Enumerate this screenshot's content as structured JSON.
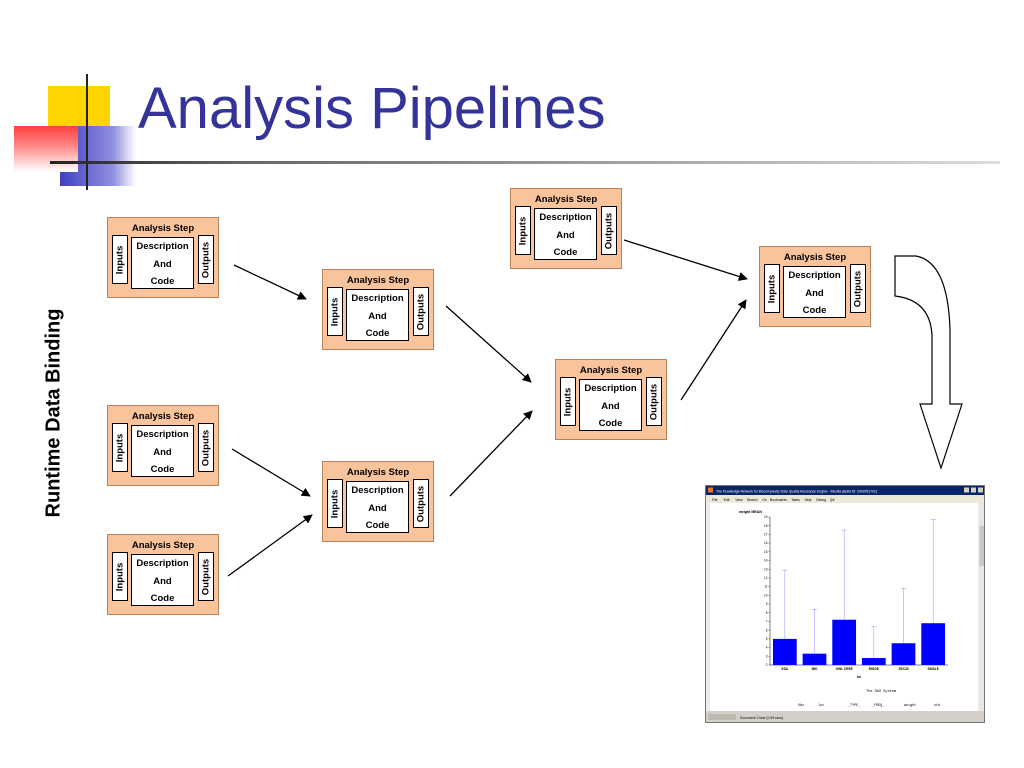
{
  "slide": {
    "title": "Analysis Pipelines",
    "side_label": "Runtime Data Binding"
  },
  "step_template": {
    "title": "Analysis Step",
    "inputs": "Inputs",
    "outputs": "Outputs",
    "desc1": "Description",
    "desc2": "And",
    "desc3": "Code"
  },
  "colors": {
    "title": "#333399",
    "step_fill": "#f9c39b",
    "bar": "#0000ff"
  },
  "embedded_window": {
    "titlebar": "The Knowledge Network for Biocomplexity Data Quality Assurance Engine - Mozilla (Build ID: 2002051702)",
    "menu": [
      "File",
      "Edit",
      "View",
      "Search",
      "Go",
      "Bookmarks",
      "Tasks",
      "Help",
      "Debug",
      "QA"
    ],
    "footer_text": "The SAS System",
    "footer_cols": [
      "Obs",
      "loc",
      "_TYPE_",
      "_FREQ_",
      "weight",
      "std"
    ],
    "status": "Document: Done (0.69 secs)"
  },
  "chart_data": {
    "type": "bar",
    "title": "weight  MEAN",
    "xlabel": "loc",
    "ylabel": "",
    "categories": [
      "ESA",
      "MID",
      "OWL CREE",
      "RIDGE",
      "SEC25",
      "SWALE"
    ],
    "values": [
      5.0,
      3.3,
      7.2,
      2.8,
      4.5,
      6.8
    ],
    "error_upper": [
      12.9,
      8.4,
      17.5,
      6.4,
      10.8,
      18.7
    ],
    "ylim": [
      2,
      19
    ],
    "yticks": [
      "19",
      "18",
      "17",
      "16",
      "15",
      "14",
      "13",
      "12",
      "11",
      "10",
      "9",
      "8",
      "7",
      "6",
      "5",
      "4",
      "3",
      "2"
    ]
  }
}
